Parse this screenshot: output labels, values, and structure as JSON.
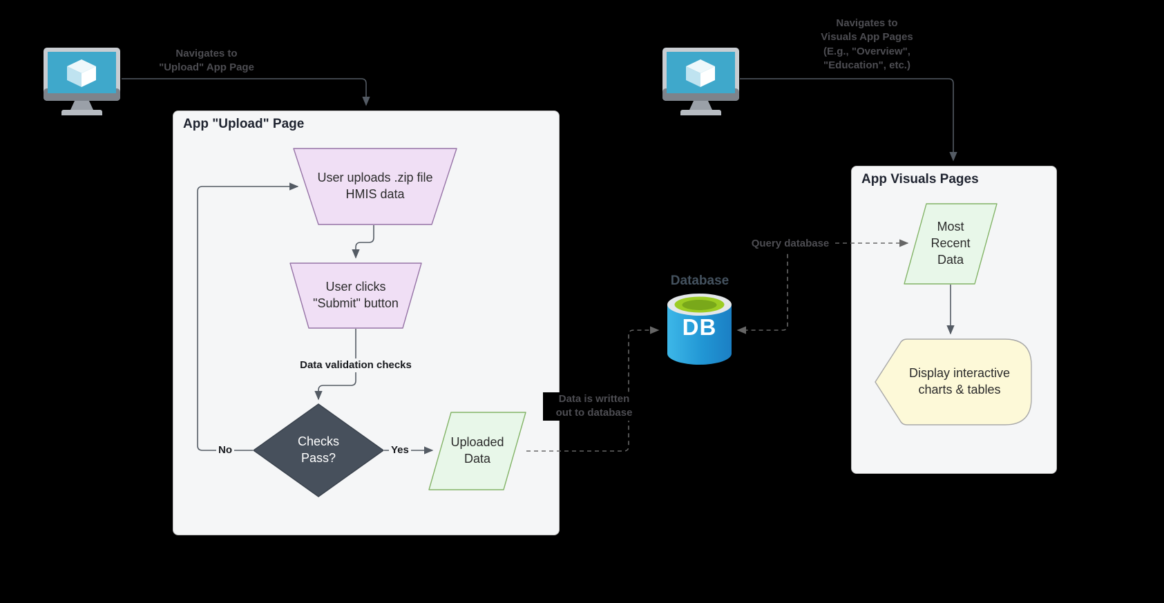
{
  "colors": {
    "background": "#000000",
    "container_fill": "#f5f6f7",
    "container_border": "#bfbfbf",
    "trapezoid_fill": "#f0dff5",
    "trapezoid_border": "#9673a6",
    "diamond_fill": "#47505c",
    "diamond_text": "#ffffff",
    "parallelogram_fill": "#e8f7e9",
    "parallelogram_border": "#82b366",
    "display_fill": "#fdf9d8",
    "display_border": "#a8a8a8",
    "arrow_solid": "#545b64",
    "arrow_dashed": "#666666",
    "gray_label_text": "#4d4d52",
    "monitor_screen": "#3fa8cb",
    "db_blue_light": "#3db7e8",
    "db_blue_dark": "#1b7fc4",
    "db_green": "#9ccc23"
  },
  "upload_flow": {
    "nav_label": "Navigates to\n\"Upload\" App Page",
    "container_title": "App \"Upload\" Page",
    "step_upload": "User uploads .zip file\nHMIS data",
    "step_submit": "User clicks\n\"Submit\" button",
    "validation_label": "Data validation checks",
    "decision_label": "Checks\nPass?",
    "no_label": "No",
    "yes_label": "Yes",
    "uploaded_data_label": "Uploaded\nData",
    "written_label": "Data is written\nout to database"
  },
  "database": {
    "title": "Database",
    "abbrev": "DB"
  },
  "visuals_flow": {
    "nav_label": "Navigates to\nVisuals App Pages\n(E.g., \"Overview\",\n\"Education\", etc.)",
    "container_title": "App Visuals Pages",
    "query_label": "Query database",
    "most_recent_label": "Most\nRecent\nData",
    "display_label": "Display interactive\ncharts & tables"
  }
}
